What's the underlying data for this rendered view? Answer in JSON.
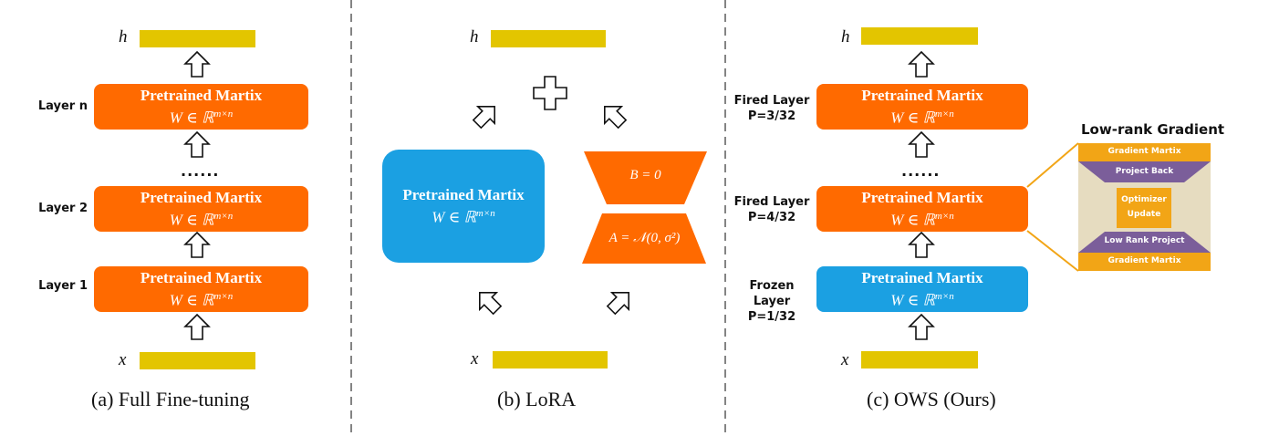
{
  "panel_a": {
    "caption": "(a) Full Fine-tuning",
    "output_var": "h",
    "input_var": "x",
    "dots": "......",
    "layers": [
      {
        "side_label": "Layer n",
        "title": "Pretrained Martix",
        "formula": "W ∈ ℝ^{m×n}"
      },
      {
        "side_label": "Layer 2",
        "title": "Pretrained Martix",
        "formula": "W ∈ ℝ^{m×n}"
      },
      {
        "side_label": "Layer 1",
        "title": "Pretrained Martix",
        "formula": "W ∈ ℝ^{m×n}"
      }
    ]
  },
  "panel_b": {
    "caption": "(b) LoRA",
    "output_var": "h",
    "input_var": "x",
    "frozen": {
      "title": "Pretrained Martix",
      "formula": "W ∈ ℝ^{m×n}"
    },
    "lora_b": "B = 0",
    "lora_a": "A = 𝒩(0, σ²)"
  },
  "panel_c": {
    "caption": "(c) OWS (Ours)",
    "output_var": "h",
    "input_var": "x",
    "dots": "......",
    "layers": [
      {
        "side_label_1": "Fired Layer",
        "side_label_2": "P=3/32",
        "title": "Pretrained Martix",
        "formula": "W ∈ ℝ^{m×n}",
        "state": "fired"
      },
      {
        "side_label_1": "Fired Layer",
        "side_label_2": "P=4/32",
        "title": "Pretrained Martix",
        "formula": "W ∈ ℝ^{m×n}",
        "state": "fired"
      },
      {
        "side_label_1": "Frozen Layer",
        "side_label_2": "P=1/32",
        "title": "Pretrained Martix",
        "formula": "W ∈ ℝ^{m×n}",
        "state": "frozen"
      }
    ],
    "low_rank": {
      "title": "Low-rank Gradient",
      "top": "Gradient Martix",
      "project_back": "Project Back",
      "optimizer_1": "Optimizer",
      "optimizer_2": "Update",
      "low_rank_project": "Low Rank Project",
      "bottom": "Gradient Martix"
    }
  },
  "colors": {
    "orange": "#ff6a00",
    "blue": "#1ba0e2",
    "yellow": "#e3c500",
    "purple": "#7b5e9a",
    "gold": "#f2a516"
  }
}
